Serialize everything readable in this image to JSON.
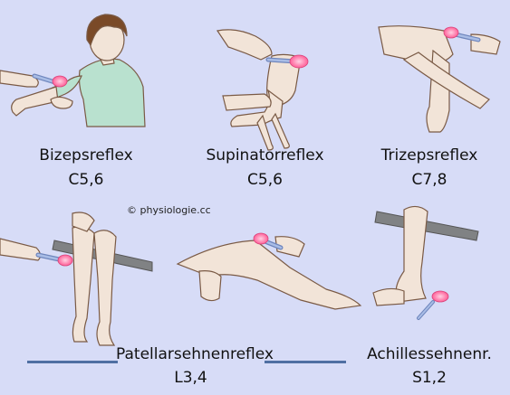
{
  "copyright": "© physiologie.cc",
  "colors": {
    "background": "#d7dcf7",
    "skin": "#f2e4d8",
    "skin_outline": "#7a5a45",
    "shirt": "#b9e1cf",
    "hammer_head": "#ff6fa3",
    "hammer_handle": "#8aa5d8",
    "table": "#808284",
    "underline": "#4f6fa3"
  },
  "reflexes": [
    {
      "name": "Bizepsreflex",
      "segment": "C5,6"
    },
    {
      "name": "Supinatorreflex",
      "segment": "C5,6"
    },
    {
      "name": "Trizepsreflex",
      "segment": "C7,8"
    },
    {
      "name": "Patellarsehnenreflex",
      "segment": "L3,4"
    },
    {
      "name": "Achillessehnenr.",
      "segment": "S1,2"
    }
  ]
}
